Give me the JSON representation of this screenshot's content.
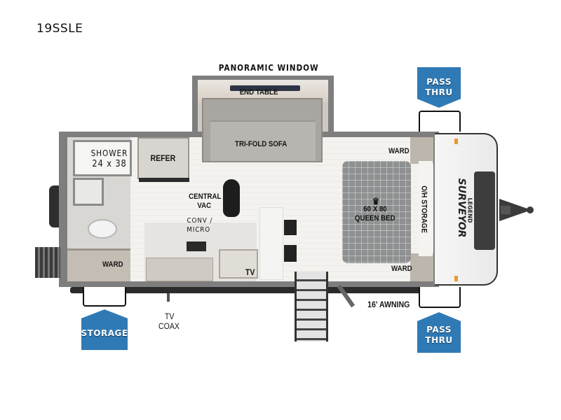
{
  "model": "19SSLE",
  "floorplan": {
    "top_labels": {
      "panoramic_window": "PANORAMIC WINDOW"
    },
    "rooms": {
      "end_table": "END TABLE",
      "sofa": "TRI-FOLD SOFA",
      "shower_line1": "SHOWER",
      "shower_line2": "24 x 38",
      "refer": "REFER",
      "central_vac_line1": "CENTRAL",
      "central_vac_line2": "VAC",
      "conv_micro_line1": "CONV /",
      "conv_micro_line2": "MICRO",
      "tv": "TV",
      "rear_ward": "WARD",
      "front_ward_top": "WARD",
      "front_ward_bottom": "WARD",
      "bed_size": "60 X 80",
      "bed_type": "QUEEN BED",
      "oh_storage": "O/H STORAGE"
    },
    "exterior": {
      "awning": "16' AWNING",
      "tv_coax_line1": "TV",
      "tv_coax_line2": "COAX",
      "brand_line1": "SURVEYOR",
      "brand_line2": "LEGEND"
    },
    "badges": {
      "pass_thru_top_line1": "PASS",
      "pass_thru_top_line2": "THRU",
      "pass_thru_bottom_line1": "PASS",
      "pass_thru_bottom_line2": "THRU",
      "storage": "STORAGE"
    },
    "colors": {
      "badge_blue": "#2f7ab5",
      "wall_gray": "#7e7e7e",
      "floor": "#f3f2ee"
    }
  }
}
